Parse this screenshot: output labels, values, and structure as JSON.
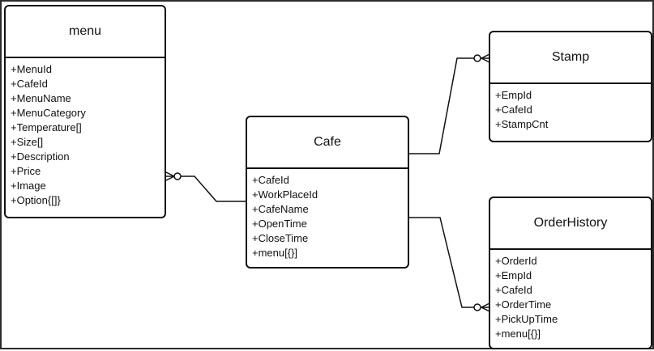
{
  "entities": {
    "menu": {
      "title": "menu",
      "fields": [
        "+MenuId",
        "+CafeId",
        "+MenuName",
        "+MenuCategory",
        "+Temperature[]",
        "+Size[]",
        "+Description",
        "+Price",
        "+Image",
        "+Option{[]}"
      ]
    },
    "cafe": {
      "title": "Cafe",
      "fields": [
        "+CafeId",
        "+WorkPlaceId",
        "+CafeName",
        "+OpenTime",
        "+CloseTime",
        "+menu[{}]"
      ]
    },
    "stamp": {
      "title": "Stamp",
      "fields": [
        "+EmpId",
        "+CafeId",
        "+StampCnt"
      ]
    },
    "order_history": {
      "title": "OrderHistory",
      "fields": [
        "+OrderId",
        "+EmpId",
        "+CafeId",
        "+OrderTime",
        "+PickUpTime",
        "+menu[{}]"
      ]
    }
  },
  "relationships": [
    {
      "from": "cafe",
      "to": "menu",
      "cardinality": "zero-or-many"
    },
    {
      "from": "cafe",
      "to": "stamp",
      "cardinality": "zero-or-many"
    },
    {
      "from": "cafe",
      "to": "order_history",
      "cardinality": "zero-or-many"
    }
  ]
}
